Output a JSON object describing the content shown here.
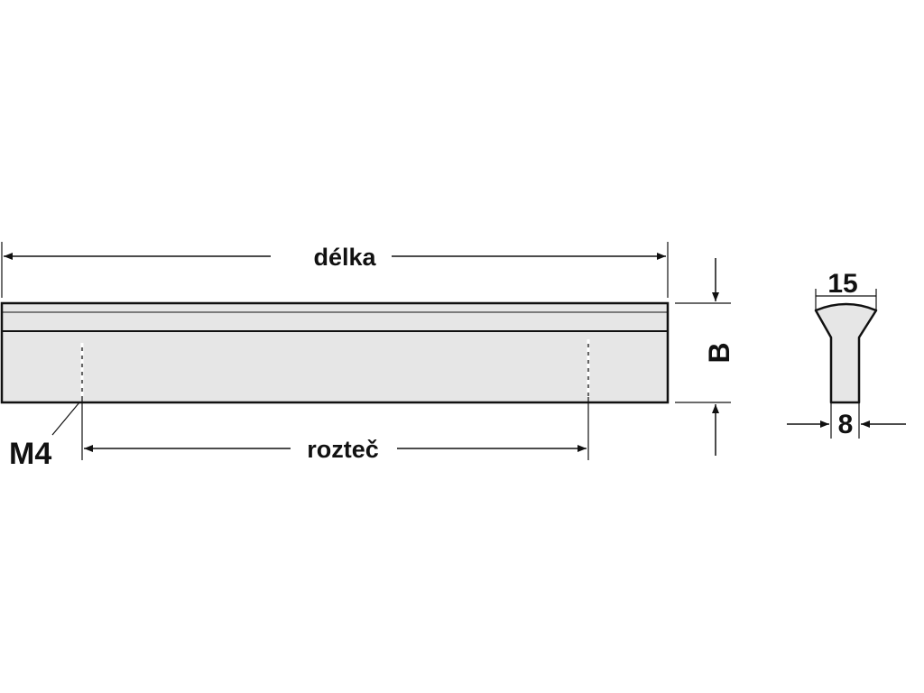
{
  "labels": {
    "length": "délka",
    "spacing": "rozteč",
    "thread": "M4",
    "height": "B",
    "top_width": "15",
    "bottom_width": "8"
  },
  "colors": {
    "ink": "#111111",
    "handle_fill": "#e6e6e6",
    "background": "#ffffff"
  }
}
